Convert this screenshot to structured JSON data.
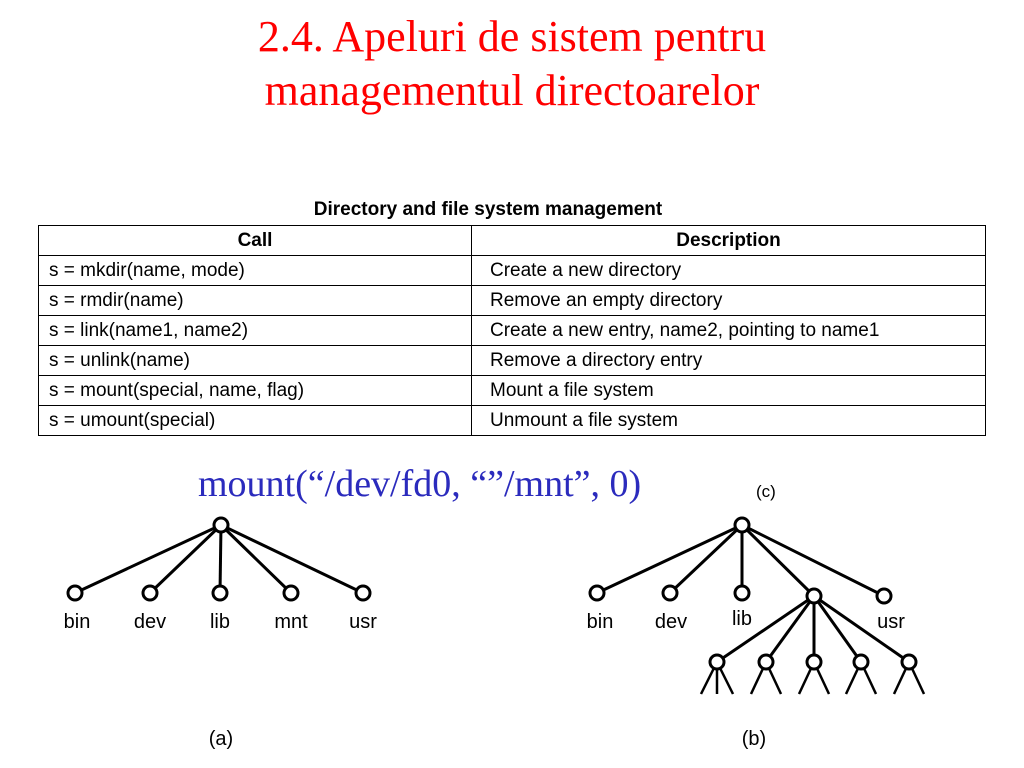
{
  "title": {
    "line1": "2.4. Apeluri de sistem pentru",
    "line2": "managementul directoarelor"
  },
  "table": {
    "caption": "Directory and file system management",
    "headers": [
      "Call",
      "Description"
    ],
    "rows": [
      [
        "s = mkdir(name, mode)",
        "Create a new directory"
      ],
      [
        "s = rmdir(name)",
        "Remove an empty directory"
      ],
      [
        "s = link(name1, name2)",
        "Create a new entry, name2, pointing to name1"
      ],
      [
        "s = unlink(name)",
        "Remove a directory entry"
      ],
      [
        "s = mount(special, name, flag)",
        "Mount a file system"
      ],
      [
        "s = umount(special)",
        "Unmount a file system"
      ]
    ]
  },
  "mount_example": "mount(“/dev/fd0, “”/mnt”, 0)",
  "label_c": "(c)",
  "tree_a": {
    "nodes": [
      "bin",
      "dev",
      "lib",
      "mnt",
      "usr"
    ],
    "label": "(a)"
  },
  "tree_b": {
    "nodes": [
      "bin",
      "dev",
      "lib",
      "usr"
    ],
    "label": "(b)"
  },
  "colors": {
    "title": "#ff0000",
    "mount_text": "#2b2bbd",
    "lines": "#000000"
  }
}
